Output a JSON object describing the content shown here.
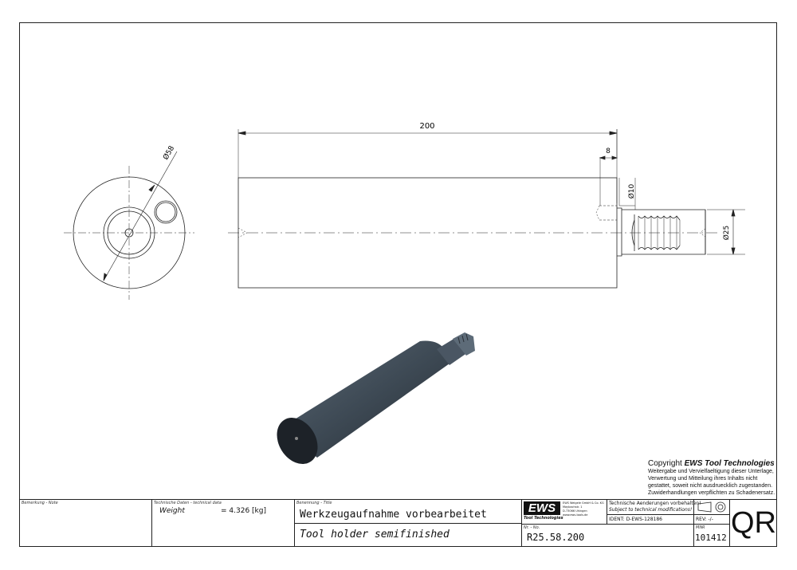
{
  "copyright": {
    "heading_prefix": "Copyright",
    "heading_brand": "EWS Tool Technologies",
    "lines": [
      "Weitergabe und Vervielfaeltigung dieser Unterlage,",
      "Verwertung und Mitteilung ihres Inhalts nicht",
      "gestattet, soweit nicht ausdruecklich zugestanden.",
      "Zuwiderhandlungen verpflichten zu Schadenersatz."
    ]
  },
  "dimensions": {
    "length": "200",
    "shoulder": "8",
    "small_dia": "Ø10",
    "shank_dia": "Ø25",
    "body_dia": "Ø58"
  },
  "title_block": {
    "note_label": "Bemerkung - Note",
    "tech_label": "Technische Daten - technical data",
    "weight_label": "Weight",
    "weight_value": "= 4.326 [kg]",
    "title_label": "Benennung - Title",
    "title_de": "Werkzeugaufnahme vorbearbeitet",
    "title_en": "Tool holder semifinished",
    "logo_text": "EWS",
    "logo_sub": "Tool Technologies",
    "company_lines": [
      "EWS Weigele GmbH & Co. KG",
      "Maybachstr. 1",
      "D-73066 Uhingen",
      "www.ews-tools.de"
    ],
    "changes_de": "Technische Aenderungen vorbehalten!",
    "changes_en": "Subject to technical modifications!",
    "ident": "IDENT: D-EWS-128186",
    "rev": "REV: -/-",
    "nr_label": "Nr. - No.",
    "part_number": "R25.58.200",
    "mnr_label": "MNR",
    "mnr_value": "101412",
    "code": "QR"
  }
}
